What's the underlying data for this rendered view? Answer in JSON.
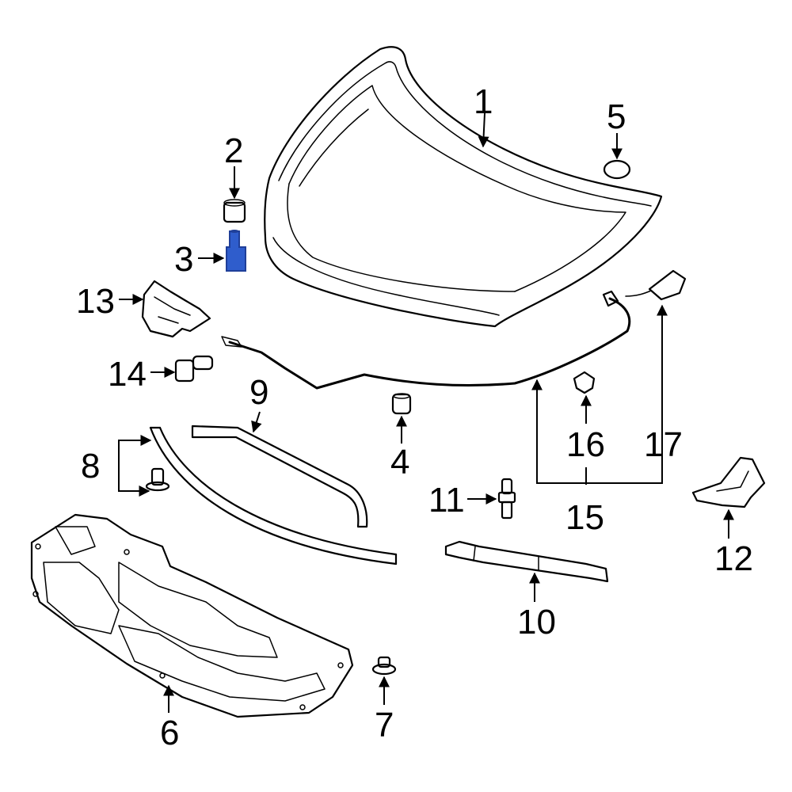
{
  "colors": {
    "background": "#ffffff",
    "line": "#000000",
    "highlight": "#2f5dcc",
    "highlight_dark": "#1f3f99"
  },
  "highlighted_part": "3",
  "callouts": [
    {
      "id": "c1",
      "label": "1"
    },
    {
      "id": "c2",
      "label": "2"
    },
    {
      "id": "c3",
      "label": "3"
    },
    {
      "id": "c4",
      "label": "4"
    },
    {
      "id": "c5",
      "label": "5"
    },
    {
      "id": "c6",
      "label": "6"
    },
    {
      "id": "c7",
      "label": "7"
    },
    {
      "id": "c8",
      "label": "8"
    },
    {
      "id": "c9",
      "label": "9"
    },
    {
      "id": "c10",
      "label": "10"
    },
    {
      "id": "c11",
      "label": "11"
    },
    {
      "id": "c12",
      "label": "12"
    },
    {
      "id": "c13",
      "label": "13"
    },
    {
      "id": "c14",
      "label": "14"
    },
    {
      "id": "c15",
      "label": "15"
    },
    {
      "id": "c16",
      "label": "16"
    },
    {
      "id": "c17",
      "label": "17"
    }
  ]
}
